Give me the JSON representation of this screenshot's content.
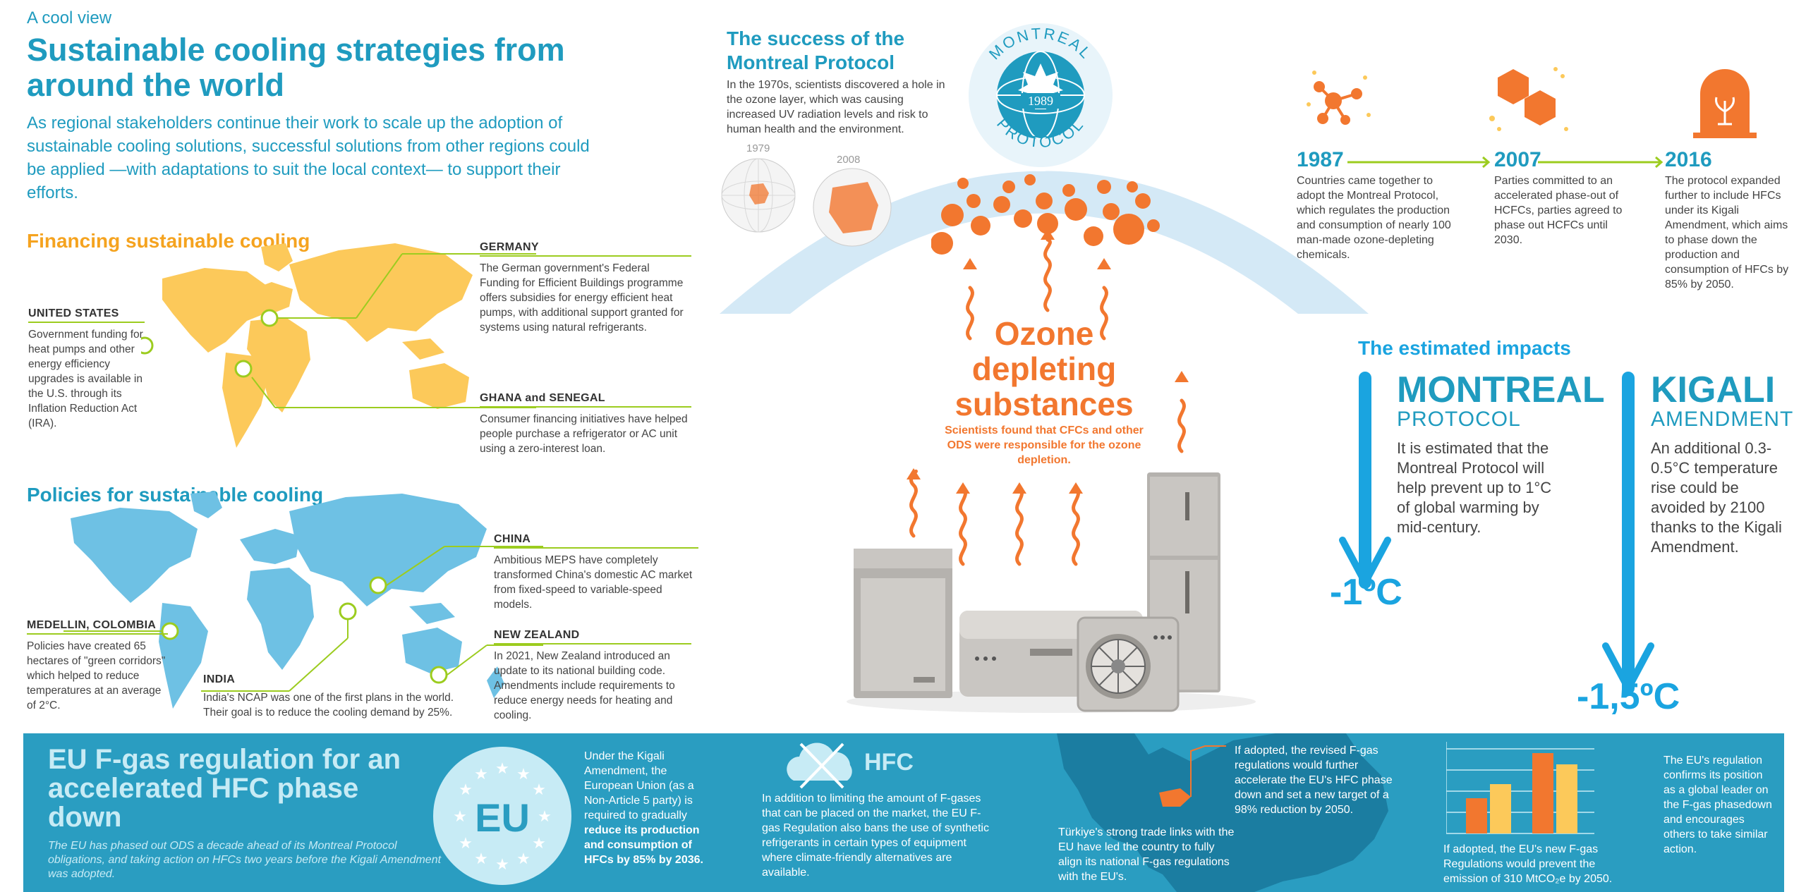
{
  "header": {
    "eyebrow": "A cool view",
    "title": "Sustainable cooling strategies from around the world",
    "intro": "As regional stakeholders continue their work to scale up the adoption of sustainable cooling solutions, successful solutions from other regions could be applied —with adaptations to suit the local context— to support their efforts."
  },
  "financing": {
    "title": "Financing sustainable cooling",
    "us_name": "UNITED STATES",
    "us_text": "Government funding for heat pumps and other energy efficiency upgrades is available in the U.S. through its Inflation Reduction Act (IRA).",
    "germany_name": "GERMANY",
    "germany_text": "The German government's Federal Funding for Efficient Buildings programme offers subsidies for energy efficient heat pumps, with additional support granted for systems using natural refrigerants.",
    "ghana_name": "GHANA and SENEGAL",
    "ghana_text": "Consumer financing initiatives have helped people purchase a refrigerator or AC unit using a zero-interest loan."
  },
  "policies": {
    "title": "Policies for sustainable cooling",
    "china_name": "CHINA",
    "china_text": "Ambitious MEPS have completely transformed China's domestic AC market from fixed-speed to variable-speed models.",
    "medellin_name": "MEDELLIN, COLOMBIA",
    "medellin_text": "Policies have created 65 hectares of \"green corridors\" which helped to reduce temperatures at an average of 2°C.",
    "india_name": "INDIA",
    "india_text": "India's NCAP was one of the first plans in the world. Their goal is to reduce the cooling demand by 25%.",
    "nz_name": "NEW ZEALAND",
    "nz_text": "In 2021, New Zealand introduced an update to its national building code. Amendments include requirements to reduce energy needs for heating and cooling."
  },
  "montreal": {
    "title": "The success of the Montreal Protocol",
    "intro": "In the 1970s, scientists discovered a hole in the ozone layer, which was causing increased UV radiation levels and risk to human health and the environment.",
    "year_1979": "1979",
    "year_2008": "2008",
    "logo_top": "MONTREAL",
    "logo_year": "1989",
    "logo_bottom": "PROTOCOL",
    "ozone_title": "Ozone depleting substances",
    "ozone_sub": "Scientists found that CFCs and other ODS were responsible for the ozone depletion."
  },
  "timeline": [
    {
      "year": "1987",
      "text": "Countries came together to adopt the Montreal Protocol, which regulates the production and consumption of nearly 100 man-made ozone-depleting chemicals."
    },
    {
      "year": "2007",
      "text": "Parties committed to an accelerated phase-out of HCFCs, parties agreed to phase out HCFCs until 2030."
    },
    {
      "year": "2016",
      "text": "The protocol expanded further to include HFCs under its Kigali Amendment, which aims to phase down the production and consumption of HFCs by 85% by 2050."
    }
  ],
  "impacts": {
    "title": "The estimated impacts",
    "mp_head": "MONTREAL",
    "mp_sub": "PROTOCOL",
    "mp_text": "It is estimated that the Montreal Protocol will help prevent up to 1°C of global warming by mid-century.",
    "mp_temp": "-1ºC",
    "kigali_head": "KIGALI",
    "kigali_sub": "AMENDMENT",
    "kigali_text": "An additional 0.3-0.5°C temperature rise could be avoided by 2100 thanks to the Kigali Amendment.",
    "kigali_temp": "-1,5ºC"
  },
  "eu": {
    "title": "EU F-gas regulation for an accelerated HFC phase down",
    "italic": "The EU has phased out ODS a decade ahead of its Montreal Protocol obligations, and taking action on HFCs two years before the Kigali Amendment was adopted.",
    "badge": "EU",
    "kigali_text_a": "Under the Kigali Amendment, the European Union (as a Non-Article 5 party) is required to gradually ",
    "kigali_text_b": "reduce its production and consumption of HFCs by 85% by 2036.",
    "hfc_label": "HFC",
    "hfc_text": "In addition to limiting the amount of F-gases that can be placed on the market, the EU F-gas Regulation also bans the use of synthetic refrigerants in certain types of equipment where climate-friendly alternatives are available.",
    "turkiye_text": "Türkiye's strong trade links with the EU have led the country to fully align its national F-gas regulations with the EU's.",
    "revised_text": "If adopted, the revised F-gas regulations would further accelerate the EU's HFC phase down and set a new target of a 98% reduction by 2050.",
    "prevent_text": "If adopted, the EU's new F-gas Regulations would prevent the emission of 310 MtCO₂e by 2050.",
    "leader_text": "The EU's regulation confirms its position as a global leader on the F-gas phasedown and encourages others to take similar action."
  },
  "colors": {
    "teal": "#1f9bbf",
    "orange": "#f2772f",
    "yellow_map": "#fcc95a",
    "blue_map": "#6ec1e4",
    "green_line": "#9ccc1f",
    "band": "#2a9dc1"
  }
}
